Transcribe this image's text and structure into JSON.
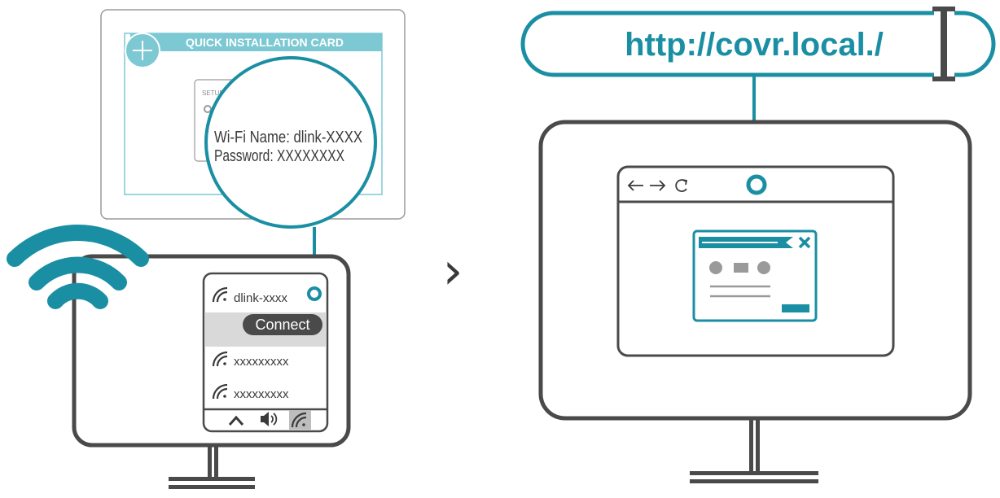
{
  "card": {
    "title": "QUICK INSTALLATION CARD",
    "setup_label": "SETUP",
    "wifi_name_line": "Wi-Fi Name: dlink-XXXX",
    "password_line": "Password: XXXXXXXX"
  },
  "network_list": {
    "networks": [
      "dlink-xxxx",
      "xxxxxxxxx",
      "xxxxxxxxx"
    ],
    "connect_label": "Connect",
    "taskbar_icons": [
      "chevron-up-icon",
      "speaker-icon",
      "wifi-icon"
    ]
  },
  "step_arrow": "›",
  "address_bar": {
    "url": "http://covr.local./"
  },
  "browser": {
    "nav_icons": [
      "back-arrow-icon",
      "forward-arrow-icon",
      "reload-icon"
    ]
  },
  "colors": {
    "accent": "#1a8fa3",
    "accent_light": "#7cc8d3",
    "outline": "#4a4a4a",
    "text_dark": "#3a3a3a",
    "highlight_row": "#d9d9d9",
    "taskbar_active": "#bdbdbd"
  }
}
